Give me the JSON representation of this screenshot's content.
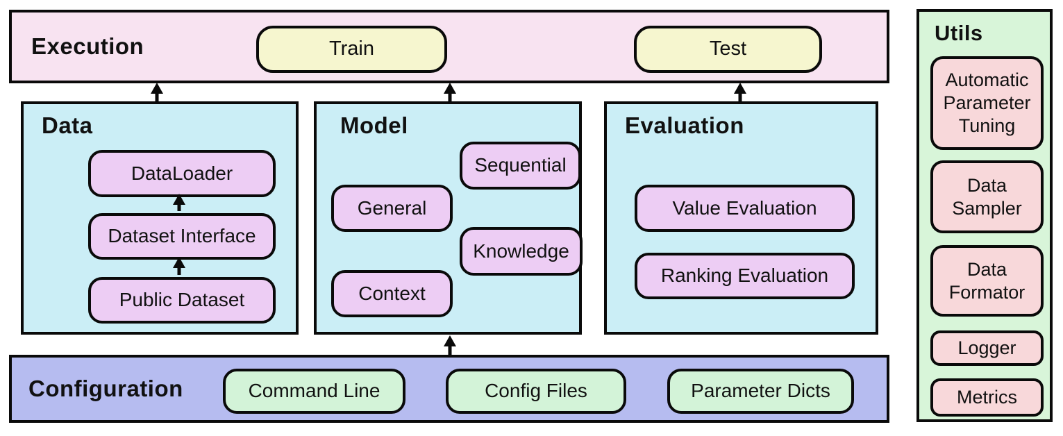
{
  "colors": {
    "canvas_bg": "#ffffff",
    "border": "#0a0a0a",
    "text": "#111111",
    "execution_bg": "#f8e3f1",
    "run_pill_bg": "#f6f6cf",
    "section_bg": "#cbeef6",
    "module_bg": "#edcdf4",
    "config_bg": "#b6bcf0",
    "config_item_bg": "#d3f3d8",
    "utils_bg": "#d8f5d9",
    "utils_item_bg": "#f8d8da"
  },
  "execution": {
    "title": "Execution",
    "train_label": "Train",
    "test_label": "Test"
  },
  "data": {
    "title": "Data",
    "items": {
      "dataloader": "DataLoader",
      "dataset_interface": "Dataset Interface",
      "public_dataset": "Public Dataset"
    }
  },
  "model": {
    "title": "Model",
    "items": {
      "sequential": "Sequential",
      "general": "General",
      "knowledge": "Knowledge",
      "context": "Context"
    }
  },
  "evaluation": {
    "title": "Evaluation",
    "items": {
      "value": "Value Evaluation",
      "ranking": "Ranking Evaluation"
    }
  },
  "configuration": {
    "title": "Configuration",
    "items": {
      "command_line": "Command Line",
      "config_files": "Config Files",
      "parameter_dicts": "Parameter Dicts"
    }
  },
  "utils": {
    "title": "Utils",
    "items": {
      "automatic_parameter_tuning": "Automatic Parameter Tuning",
      "data_sampler": "Data Sampler",
      "data_formator": "Data Formator",
      "logger": "Logger",
      "metrics": "Metrics"
    }
  }
}
